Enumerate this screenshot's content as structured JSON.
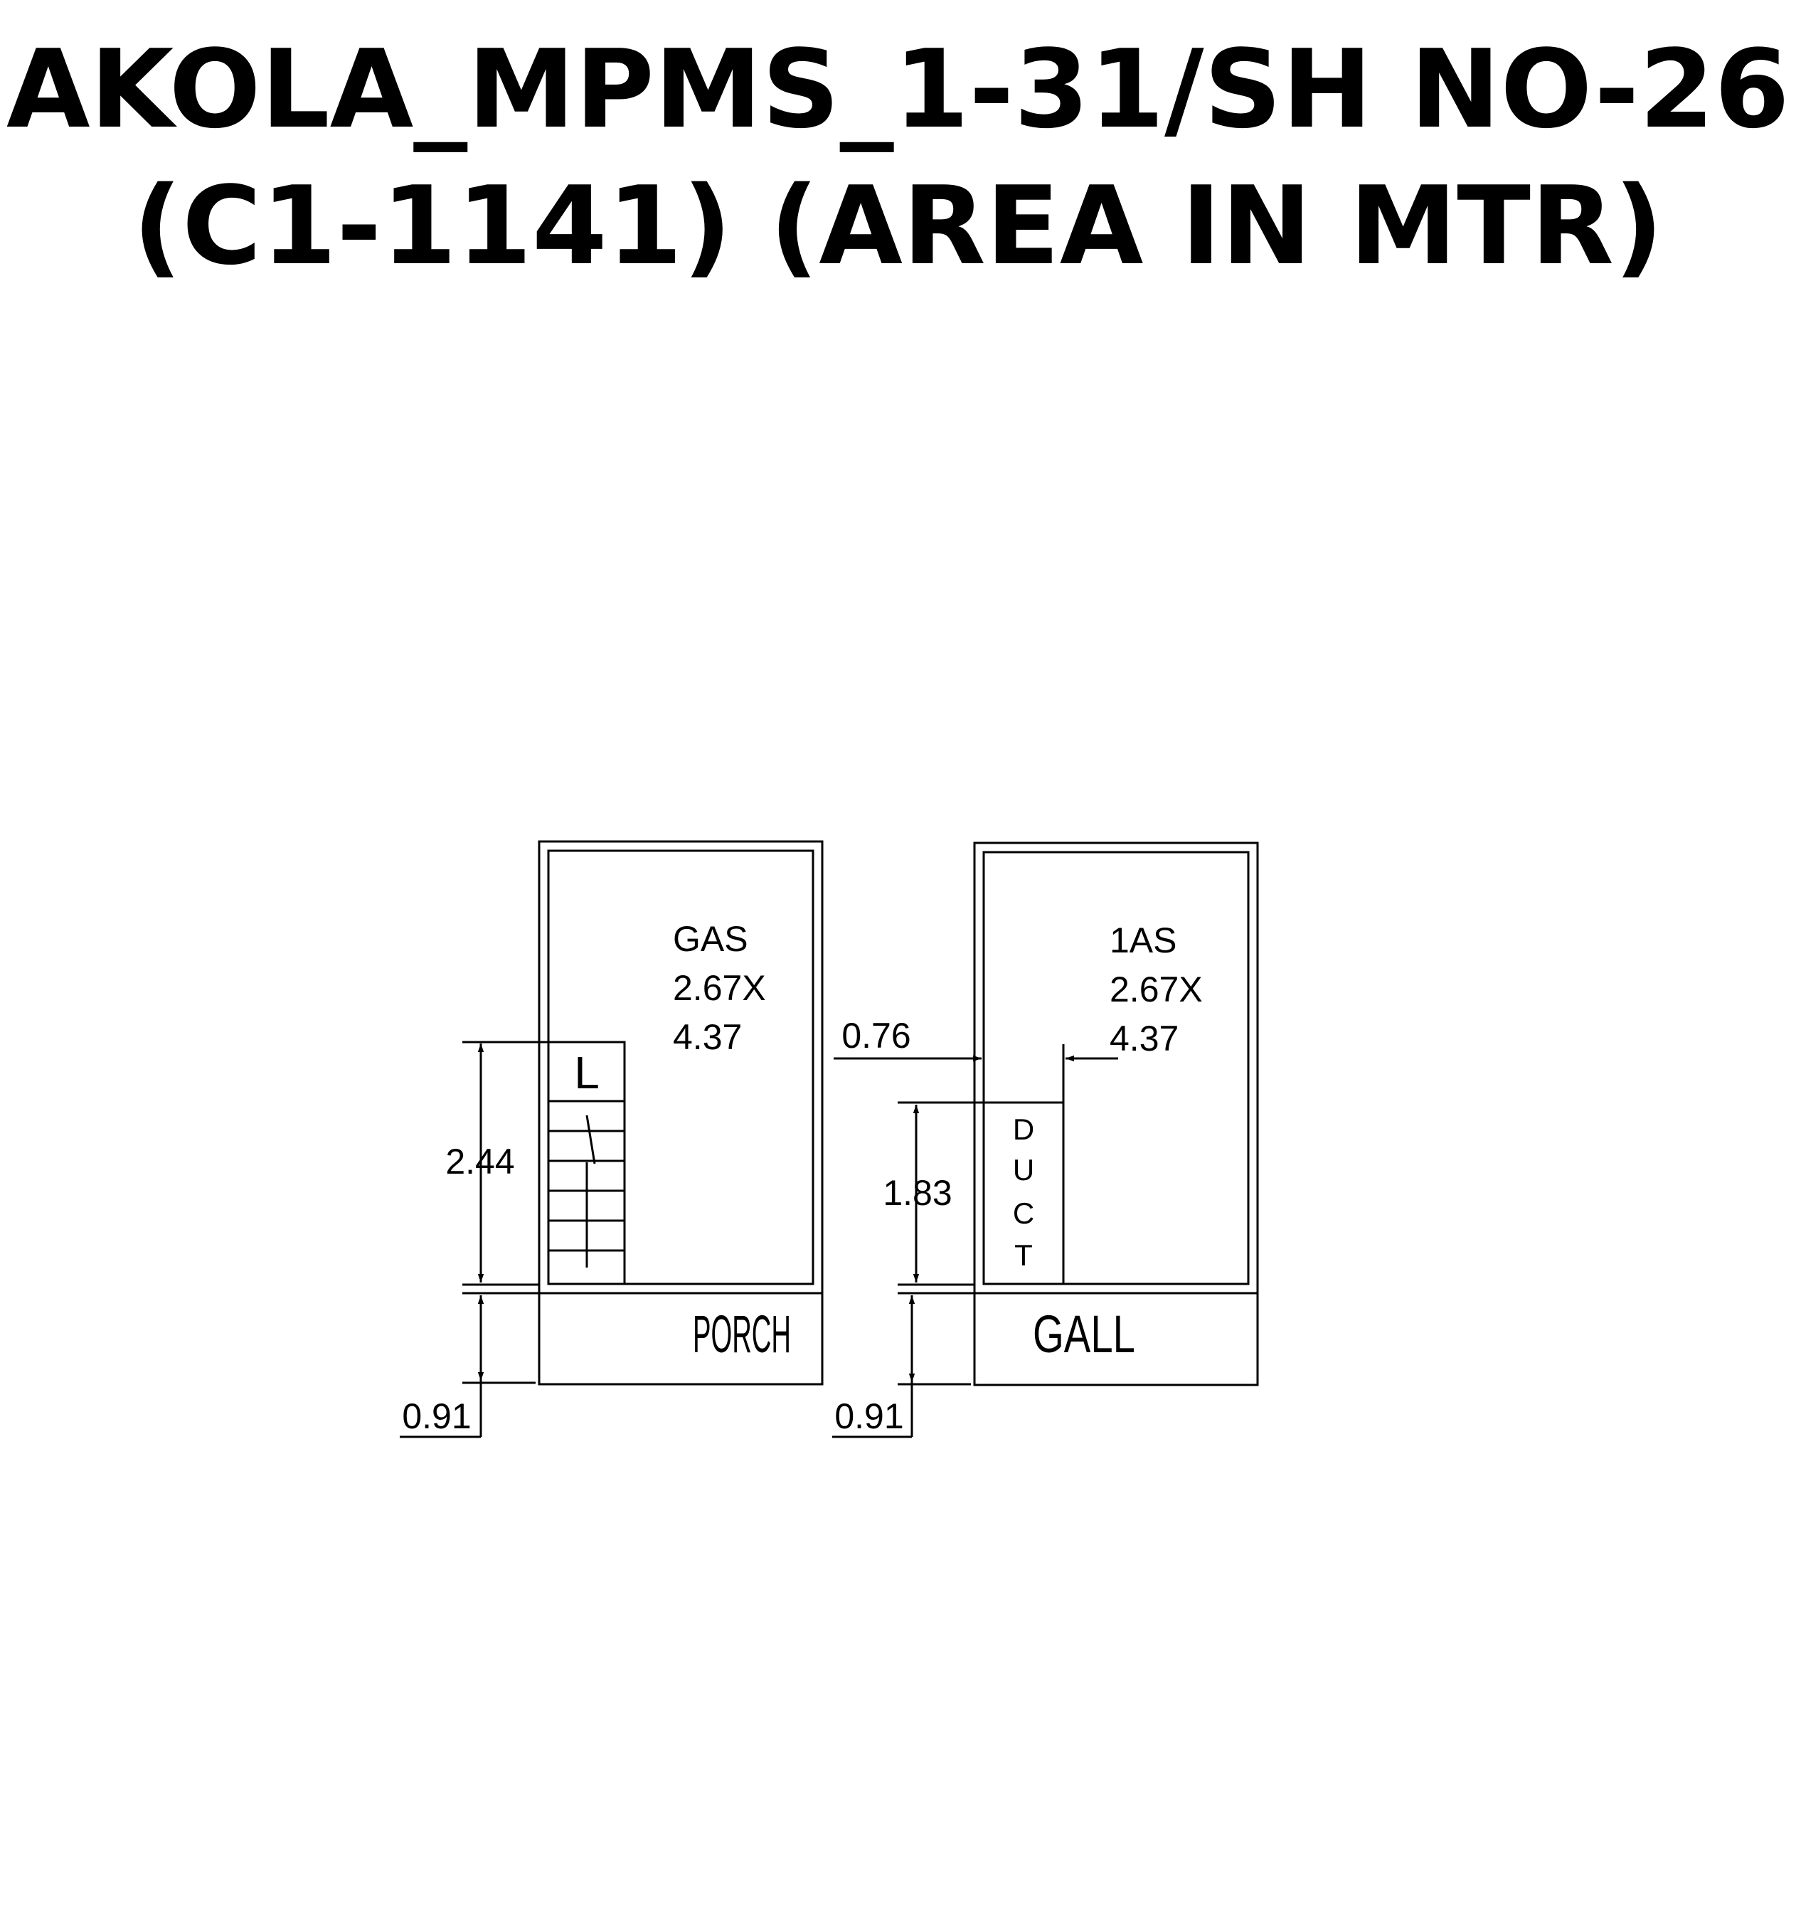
{
  "title": {
    "line1": "AKOLA_MPMS_1-31/SH NO-26",
    "line2": "(C1-1141) (AREA IN MTR)"
  },
  "left_unit": {
    "room_name": "GAS",
    "room_size_1": "2.67X",
    "room_size_2": "4.37",
    "stair_label": "L",
    "porch_label": "PORCH",
    "dim_stair": "2.44",
    "dim_porch": "0.91"
  },
  "right_unit": {
    "room_name": "1AS",
    "room_size_1": "2.67X",
    "room_size_2": "4.37",
    "duct_letters": [
      "D",
      "U",
      "C",
      "T"
    ],
    "gall_label": "GALL",
    "dim_gap": "0.76",
    "dim_duct": "1.83",
    "dim_gall": "0.91"
  },
  "colors": {
    "ink": "#000000",
    "background": "#ffffff"
  }
}
